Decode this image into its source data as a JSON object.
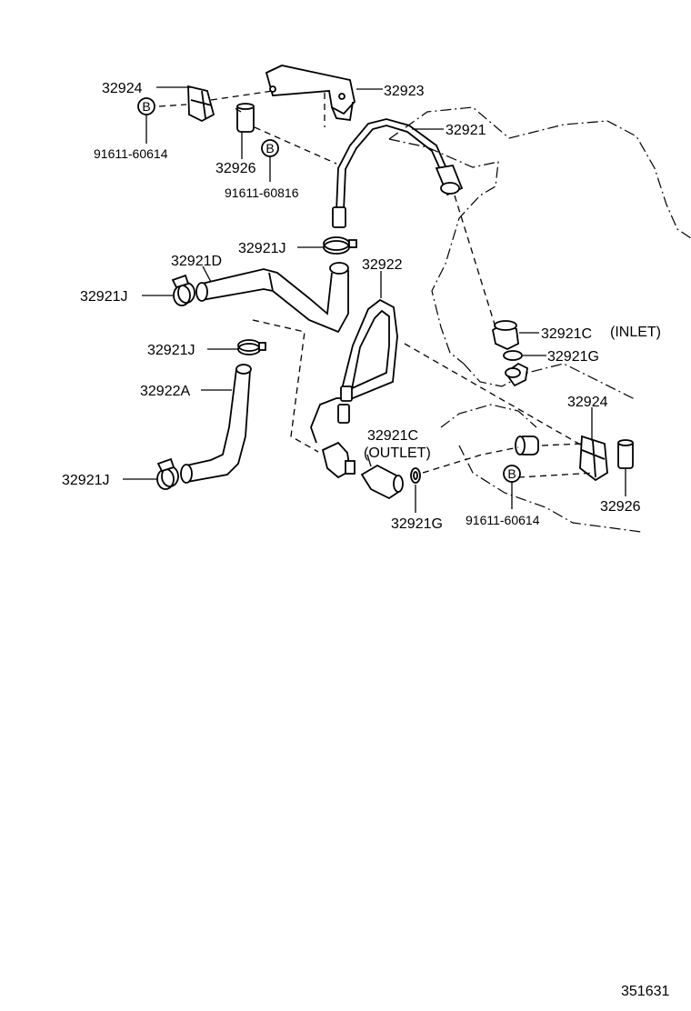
{
  "labels": {
    "p32924_top": "32924",
    "p32923": "32923",
    "p91611_60614_top": "91611-60614",
    "p32926_top": "32926",
    "p91611_60816": "91611-60816",
    "p32921": "32921",
    "p32921j_a": "32921J",
    "p32921d": "32921D",
    "p32921j_b": "32921J",
    "p32922": "32922",
    "p32921j_c": "32921J",
    "p32922a": "32922A",
    "p32921j_d": "32921J",
    "p32921c_inlet": "32921C",
    "inlet": "(INLET)",
    "p32921g_top": "32921G",
    "p32924_right": "32924",
    "p32921c_outlet": "32921C",
    "outlet": "(OUTLET)",
    "p32921g_bottom": "32921G",
    "p91611_60614_bottom": "91611-60614",
    "p32926_right": "32926",
    "b_marker": "B",
    "figure_number": "351631"
  }
}
